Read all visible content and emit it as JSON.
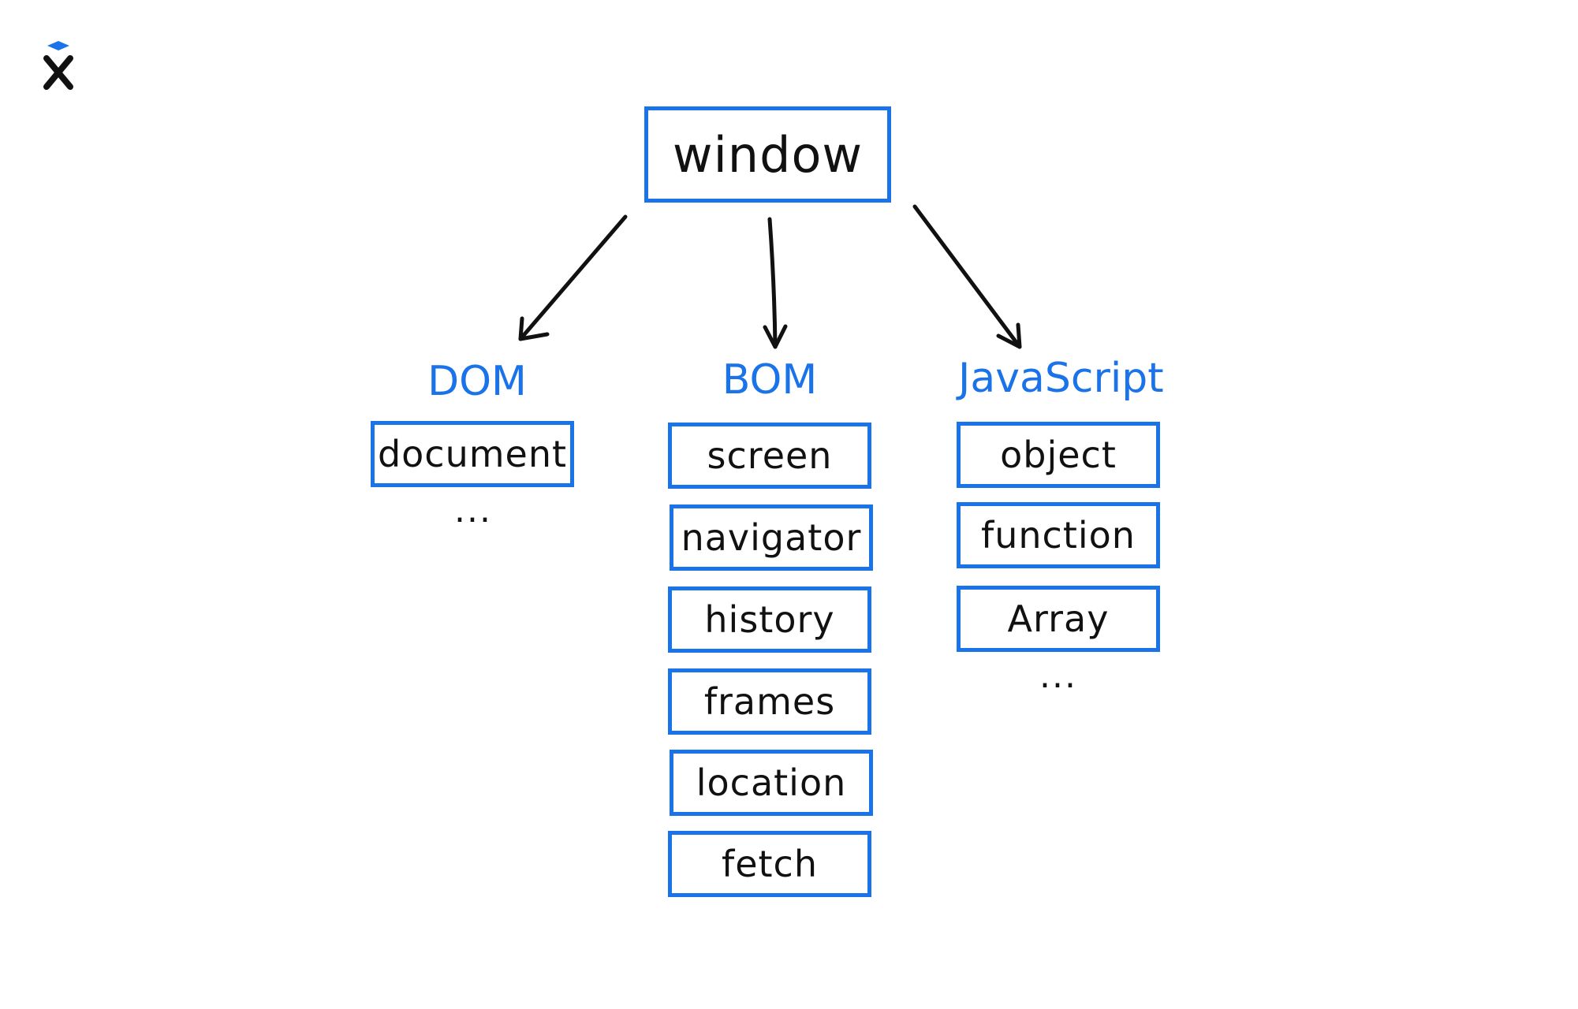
{
  "brand": {
    "logo_icon": "x-logo-icon",
    "accent_color": "#1a73e8"
  },
  "diagram": {
    "root": "window",
    "groups": [
      {
        "title": "DOM",
        "items": [
          "document"
        ],
        "more": "..."
      },
      {
        "title": "BOM",
        "items": [
          "screen",
          "navigator",
          "history",
          "frames",
          "location",
          "fetch"
        ]
      },
      {
        "title": "JavaScript",
        "items": [
          "object",
          "function",
          "Array"
        ],
        "more": "..."
      }
    ]
  }
}
